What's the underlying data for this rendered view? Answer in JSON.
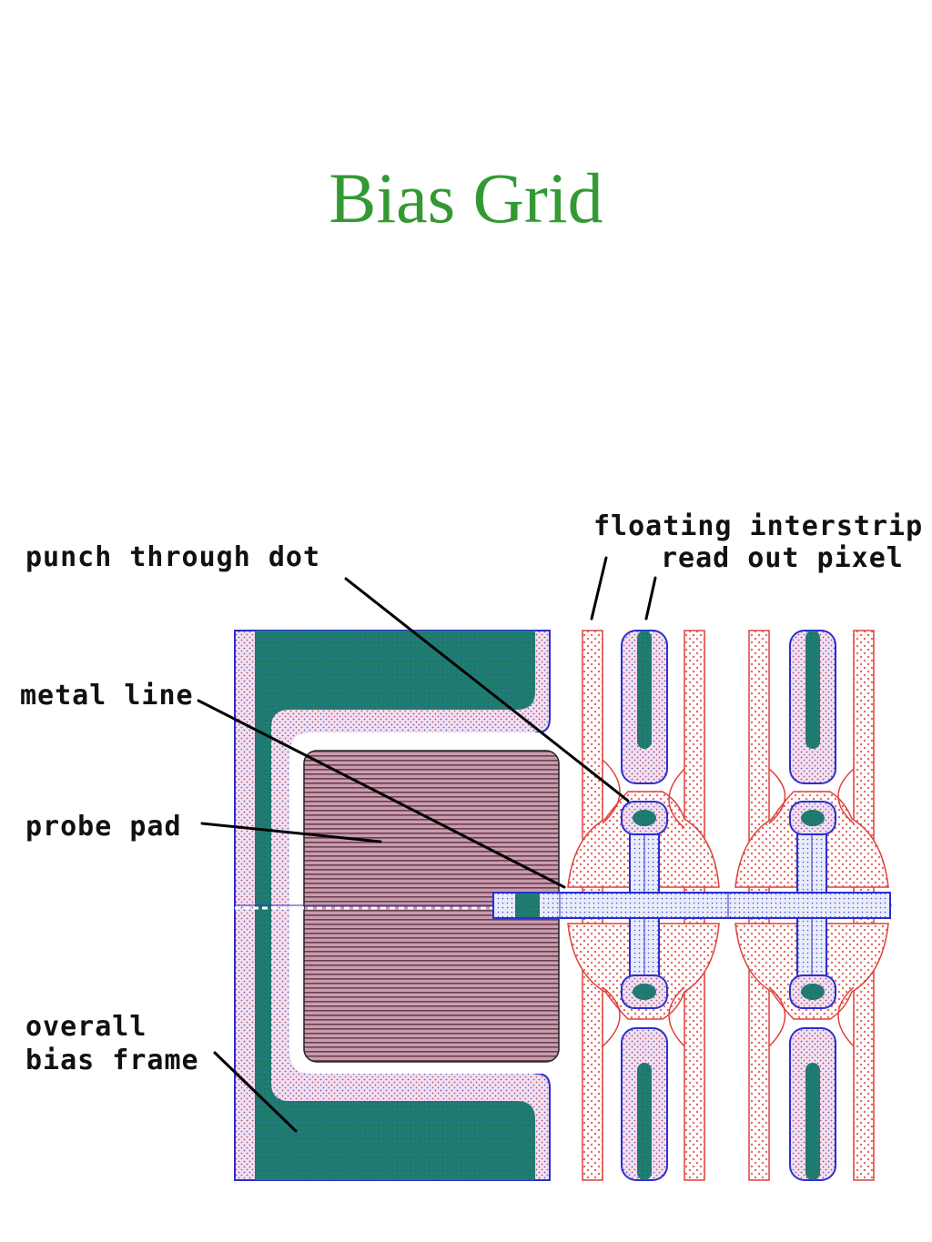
{
  "title": "Bias Grid",
  "labels": {
    "floating_interstrip": "floating interstrip",
    "read_out_pixel": "read out pixel",
    "punch_through_dot": "punch through dot",
    "metal_line": "metal line",
    "probe_pad": "probe pad",
    "overall": "overall",
    "bias_frame": "bias frame"
  },
  "colors": {
    "title": "#339933",
    "implant_red": "#e0403a",
    "metal_blue": "#2a2fd0",
    "contact_teal": "#1e7a6e",
    "fill_pink": "#ecd7e8",
    "probe_pad": "#b27c8c"
  }
}
